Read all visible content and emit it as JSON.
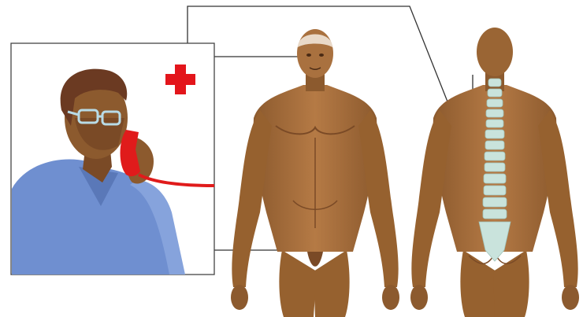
{
  "figure": {
    "panels": [
      {
        "id": "caller",
        "description": "person-on-telephone",
        "icons": [
          "red-cross-icon",
          "telephone-icon"
        ]
      },
      {
        "id": "body-front",
        "description": "human-body-front-view",
        "highlight": "head-and-pelvis"
      },
      {
        "id": "body-back",
        "description": "human-body-back-view",
        "highlight": "spine"
      }
    ],
    "colors": {
      "skin": "#a9713f",
      "skin_shadow": "#8c5a2e",
      "skin_light": "#c58a52",
      "shirt": "#6f8fd0",
      "hair": "#6b3a22",
      "phone": "#e01b1b",
      "cross": "#e3151b",
      "spine": "#c9e3dc",
      "brain": "#e9d9c8",
      "connector": "#333333",
      "frame": "#444444"
    }
  }
}
